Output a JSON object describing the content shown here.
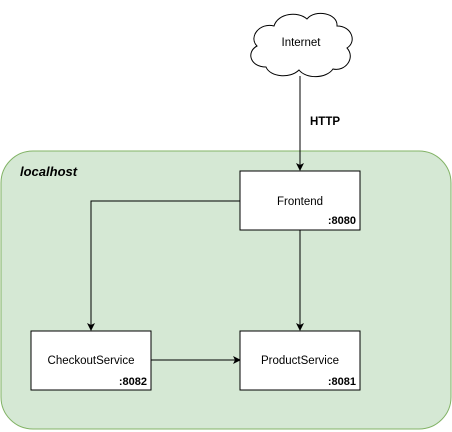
{
  "cloud": {
    "label": "Internet"
  },
  "edge_internet_frontend": {
    "label": "HTTP"
  },
  "group": {
    "label": "localhost",
    "fill": "#d5e8d4",
    "stroke": "#82b366"
  },
  "nodes": {
    "frontend": {
      "label": "Frontend",
      "port": ":8080"
    },
    "checkout": {
      "label": "CheckoutService",
      "port": ":8082"
    },
    "product": {
      "label": "ProductService",
      "port": ":8081"
    }
  }
}
